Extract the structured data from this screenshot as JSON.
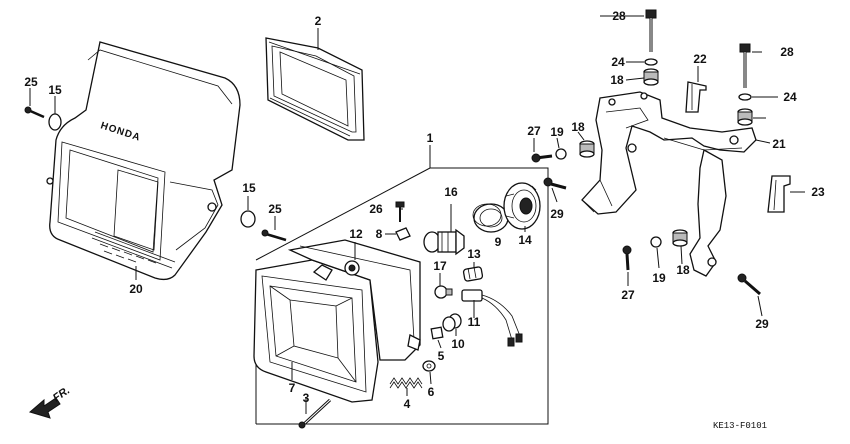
{
  "diagram": {
    "brand_text": "HONDA",
    "figure_code": "KE13-F0101",
    "direction_label": "FR.",
    "callouts": [
      "1",
      "2",
      "3",
      "4",
      "5",
      "6",
      "7",
      "8",
      "9",
      "10",
      "11",
      "12",
      "13",
      "14",
      "15",
      "15",
      "16",
      "17",
      "18",
      "18",
      "18",
      "19",
      "19",
      "20",
      "21",
      "22",
      "23",
      "24",
      "24",
      "25",
      "25",
      "26",
      "27",
      "27",
      "28",
      "28",
      "29",
      "29"
    ]
  }
}
